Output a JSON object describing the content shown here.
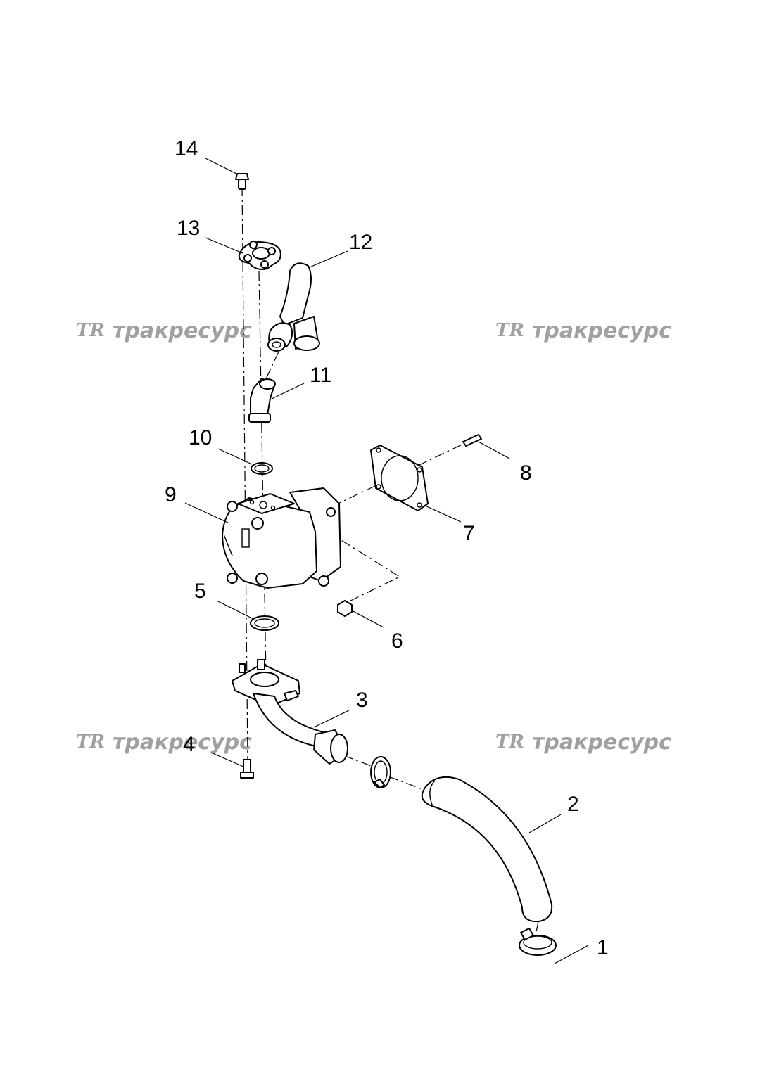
{
  "callouts": [
    {
      "id": "1",
      "label": "1"
    },
    {
      "id": "2",
      "label": "2"
    },
    {
      "id": "3",
      "label": "3"
    },
    {
      "id": "4",
      "label": "4"
    },
    {
      "id": "5",
      "label": "5"
    },
    {
      "id": "6",
      "label": "6"
    },
    {
      "id": "7",
      "label": "7"
    },
    {
      "id": "8",
      "label": "8"
    },
    {
      "id": "9",
      "label": "9"
    },
    {
      "id": "10",
      "label": "10"
    },
    {
      "id": "11",
      "label": "11"
    },
    {
      "id": "12",
      "label": "12"
    },
    {
      "id": "13",
      "label": "13"
    },
    {
      "id": "14",
      "label": "14"
    }
  ],
  "watermark": {
    "logo_text": "TR",
    "brand_text": "тракресурс",
    "color": "#a0a0a0"
  }
}
